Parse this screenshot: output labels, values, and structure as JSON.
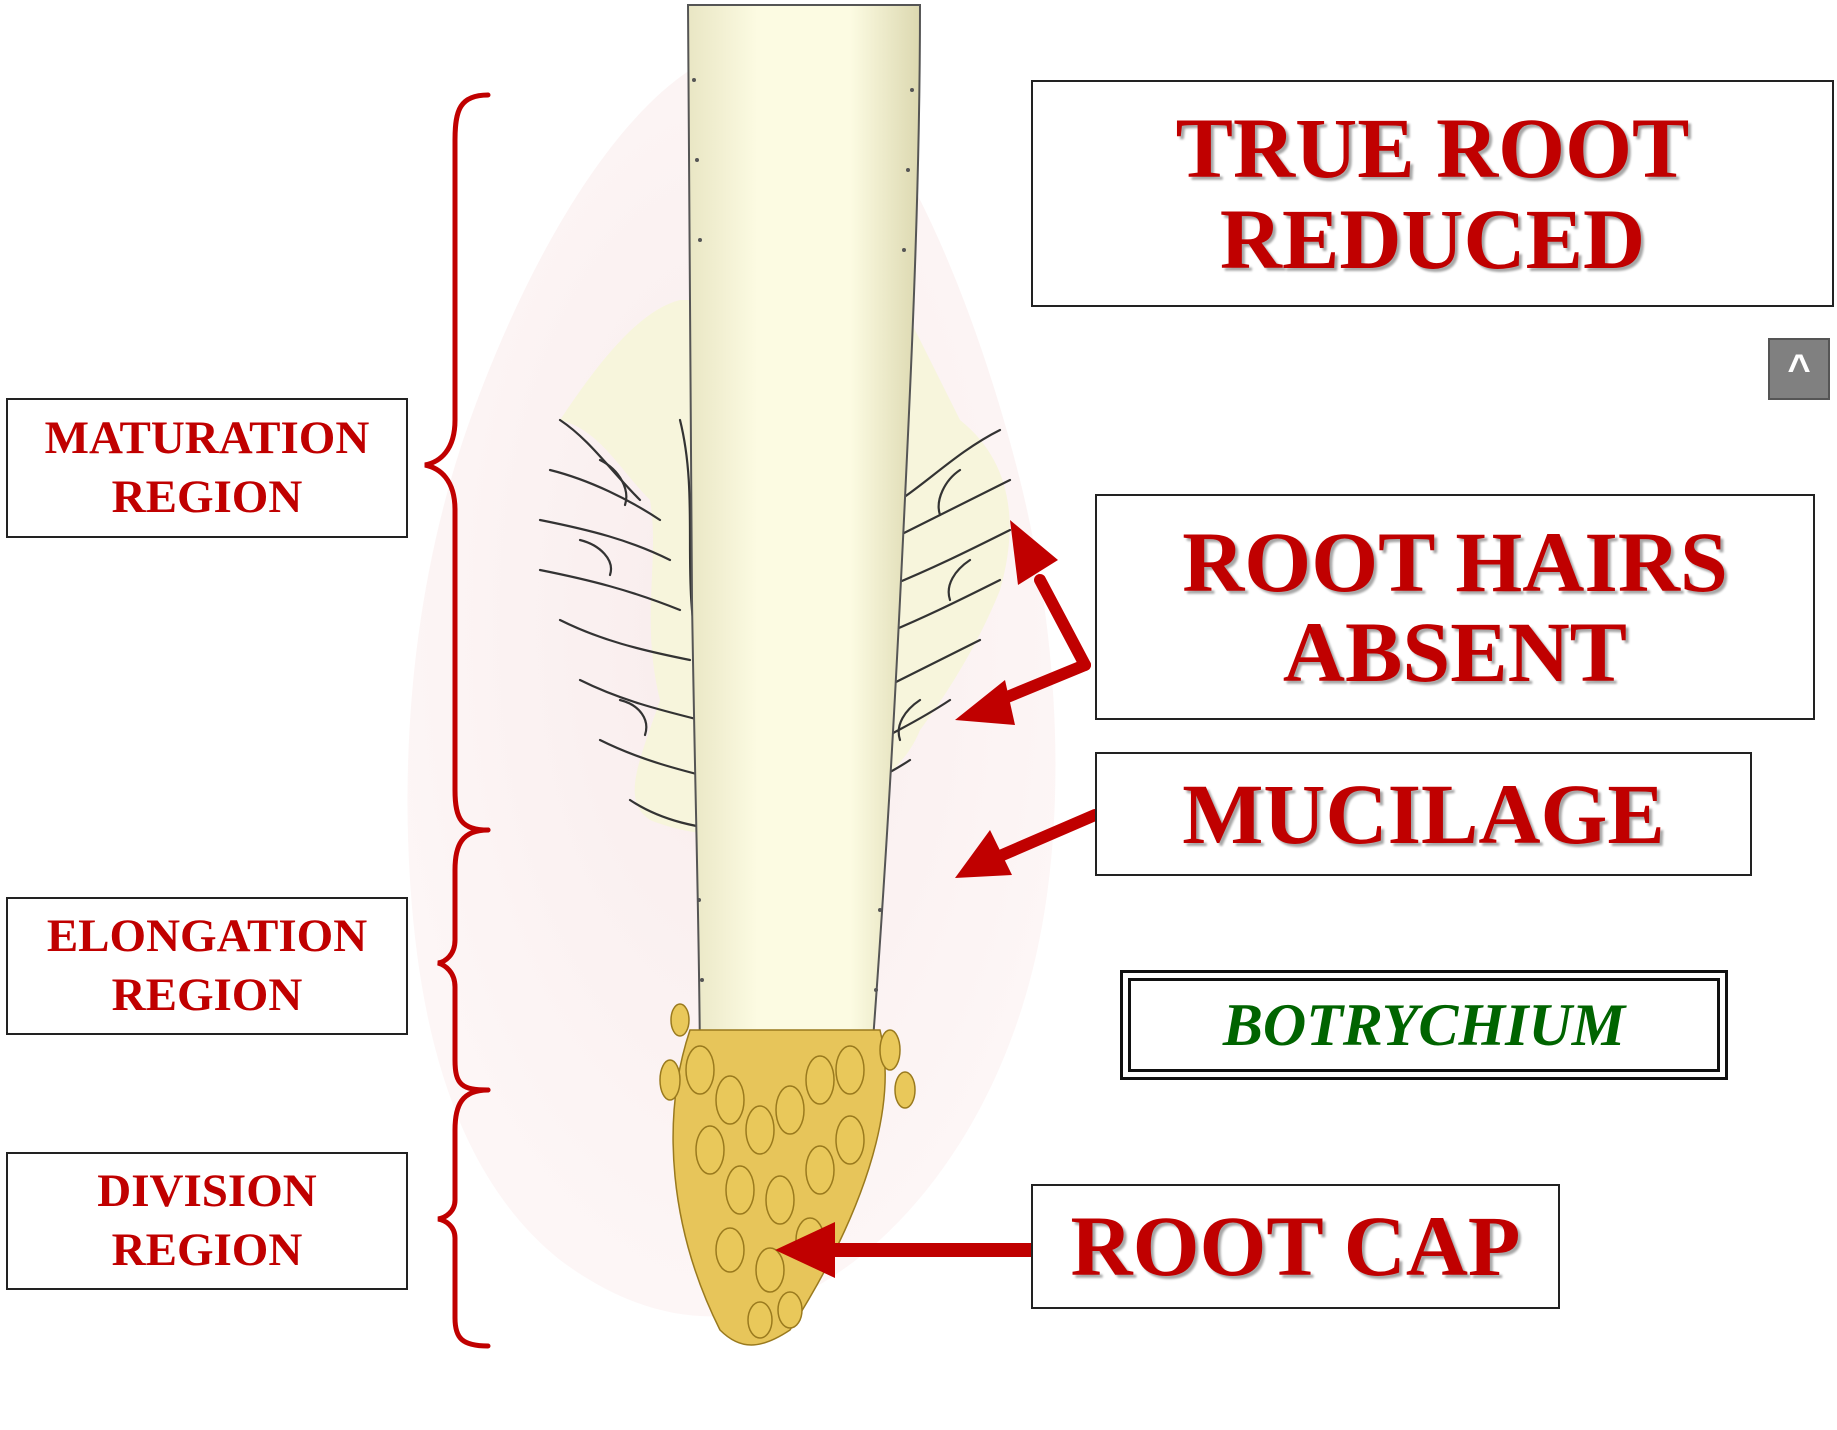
{
  "labels": {
    "maturation": [
      "MATURATION",
      "REGION"
    ],
    "elongation": [
      "ELONGATION",
      "REGION"
    ],
    "division": [
      "DIVISION",
      "REGION"
    ],
    "true_root": [
      "TRUE ROOT",
      "REDUCED"
    ],
    "root_hairs": [
      "ROOT HAIRS",
      "ABSENT"
    ],
    "mucilage": "MUCILAGE",
    "genus": "BOTRYCHIUM",
    "root_cap": "ROOT CAP"
  },
  "nav": {
    "up_label": "^"
  },
  "colors": {
    "label_red": "#c00000",
    "genus_green": "#006400",
    "root_body": "#fbf9dc",
    "mucilage_halo": "#f6e7e7",
    "root_cap_cells": "#e9c85a",
    "nav_gray": "#808080"
  },
  "icons": {
    "nav": "caret-up-icon"
  }
}
